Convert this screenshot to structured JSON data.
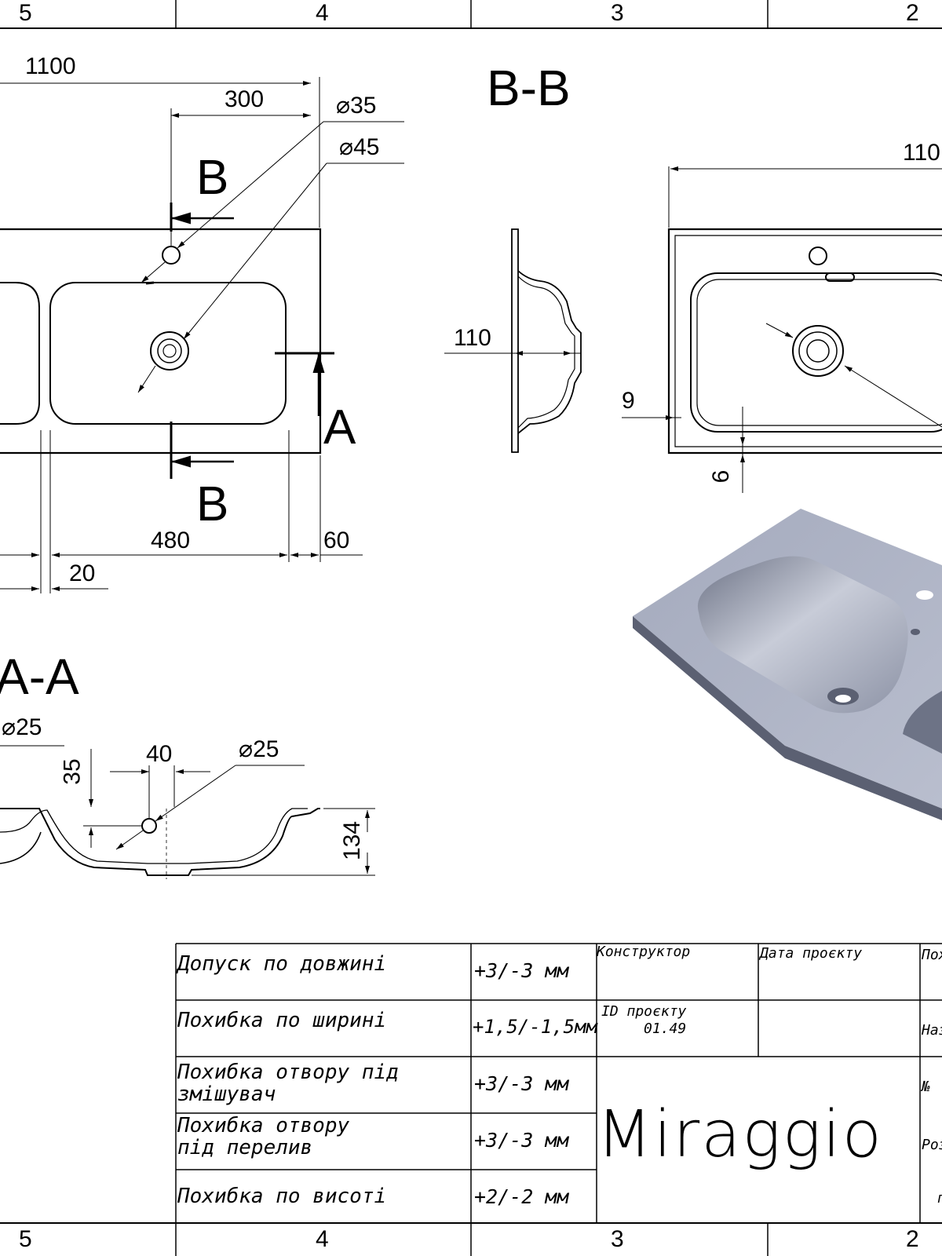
{
  "zones": {
    "top": [
      "5",
      "4",
      "3",
      "2"
    ],
    "bottom": [
      "5",
      "4",
      "3",
      "2"
    ]
  },
  "plan_view": {
    "overall_length": "1100",
    "tap_offset": "300",
    "dia_tap": "35",
    "dia_drain": "45",
    "basin_length": "480",
    "edge_right": "60",
    "gap": "20",
    "section_marker_b": "B",
    "section_marker_a": "A"
  },
  "section_bb": {
    "title": "B-B",
    "depth": "110",
    "overall_length": "110",
    "rim_side": "9",
    "rim_bottom": "9"
  },
  "section_aa": {
    "title": "A-A",
    "dia_left": "25",
    "dia_right": "25",
    "height_35": "35",
    "width_40": "40",
    "height_134": "134"
  },
  "title_block": {
    "rows": [
      {
        "label": "Допуск по довжині",
        "value": "+3/-3 мм"
      },
      {
        "label": "Похибка по ширині",
        "value": "+1,5/-1,5мм"
      },
      {
        "label": "Похибка отвору під змішувач",
        "value": "+3/-3 мм"
      },
      {
        "label": "Похибка отвору під перелив",
        "value": "+3/-3 мм"
      },
      {
        "label": "Похибка по висоті",
        "value": "+2/-2 мм"
      }
    ],
    "constructor_label": "Конструктор",
    "project_date_label": "Дата проєкту",
    "project_id_label": "ID проєкту",
    "project_id_value": "01.49",
    "logo_text": "Miraggio",
    "cut_labels": [
      "Пох",
      "Наз",
      "№",
      "Роз",
      "п"
    ]
  },
  "colors": {
    "line": "#000000",
    "render_light": "#b7bccb",
    "render_mid": "#8e94a8",
    "render_dark": "#5b6072"
  }
}
